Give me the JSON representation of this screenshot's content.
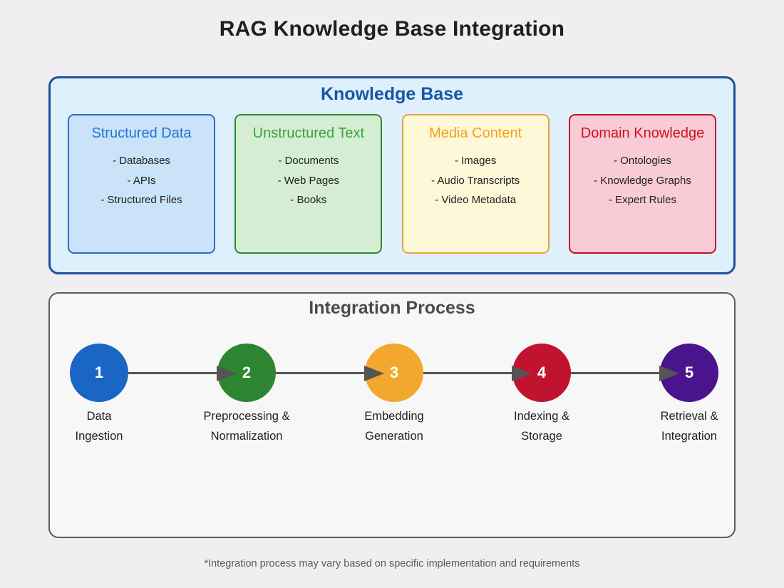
{
  "page": {
    "title": "RAG Knowledge Base Integration",
    "background_color": "#f0eef1",
    "footnote": "*Integration process may vary based on specific implementation and requirements"
  },
  "knowledge_base": {
    "title": "Knowledge Base",
    "title_color": "#1956a6",
    "background_color": "#def0fb",
    "border_color": "#1c4fa0",
    "boxes": [
      {
        "title": "Structured Data",
        "title_color": "#2175d6",
        "background_color": "#cae3f8",
        "border_color": "#2e6bc6",
        "items": [
          "- Databases",
          "- APIs",
          "- Structured Files"
        ]
      },
      {
        "title": "Unstructured Text",
        "title_color": "#38a33a",
        "background_color": "#d5eed3",
        "border_color": "#2e8b2e",
        "items": [
          "- Documents",
          "- Web Pages",
          "- Books"
        ]
      },
      {
        "title": "Media Content",
        "title_color": "#f5a01e",
        "background_color": "#fdf8d8",
        "border_color": "#e9a23b",
        "items": [
          "- Images",
          "- Audio Transcripts",
          "- Video Metadata"
        ]
      },
      {
        "title": "Domain Knowledge",
        "title_color": "#d0111f",
        "background_color": "#f8cbd7",
        "border_color": "#c40e2e",
        "items": [
          "- Ontologies",
          "- Knowledge Graphs",
          "- Expert Rules"
        ]
      }
    ]
  },
  "integration_process": {
    "title": "Integration Process",
    "title_color": "#4c4c4c",
    "background_color": "#f8f7f8",
    "border_color": "#5c5c5c",
    "connector_color": "#555555",
    "steps": [
      {
        "number": "1",
        "color": "#1a66c4",
        "label_line1": "Data",
        "label_line2": "Ingestion"
      },
      {
        "number": "2",
        "color": "#2e8531",
        "label_line1": "Preprocessing &",
        "label_line2": "Normalization"
      },
      {
        "number": "3",
        "color": "#f2a72e",
        "label_line1": "Embedding",
        "label_line2": "Generation"
      },
      {
        "number": "4",
        "color": "#c11330",
        "label_line1": "Indexing &",
        "label_line2": "Storage"
      },
      {
        "number": "5",
        "color": "#4a148c",
        "label_line1": "Retrieval &",
        "label_line2": "Integration"
      }
    ]
  }
}
